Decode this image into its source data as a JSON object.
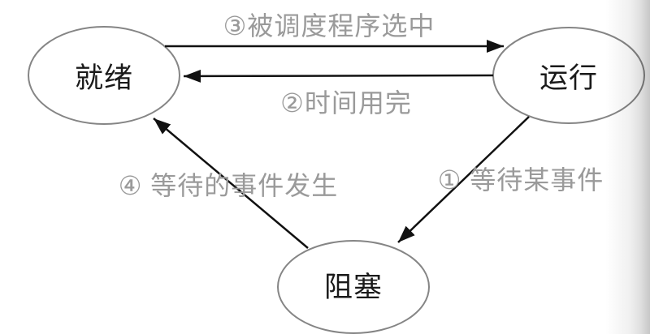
{
  "diagram": {
    "type": "state-transition-diagram",
    "nodes": [
      {
        "id": "ready",
        "label": "就绪"
      },
      {
        "id": "running",
        "label": "运行"
      },
      {
        "id": "blocked",
        "label": "阻塞"
      }
    ],
    "edges": [
      {
        "id": "1",
        "label": "① 等待某事件",
        "from": "running",
        "to": "blocked"
      },
      {
        "id": "2",
        "label": "②时间用完",
        "from": "running",
        "to": "ready"
      },
      {
        "id": "3",
        "label": "③被调度程序选中",
        "from": "ready",
        "to": "running"
      },
      {
        "id": "4",
        "label": "④ 等待的事件发生",
        "from": "blocked",
        "to": "ready"
      }
    ],
    "colors": {
      "background": "#ffffff",
      "node_stroke": "#858585",
      "node_label": "#1a1a1a",
      "edge_line": "#111111",
      "edge_label": "#9a9a9a",
      "right_shadow": "#c6c6c6"
    }
  }
}
